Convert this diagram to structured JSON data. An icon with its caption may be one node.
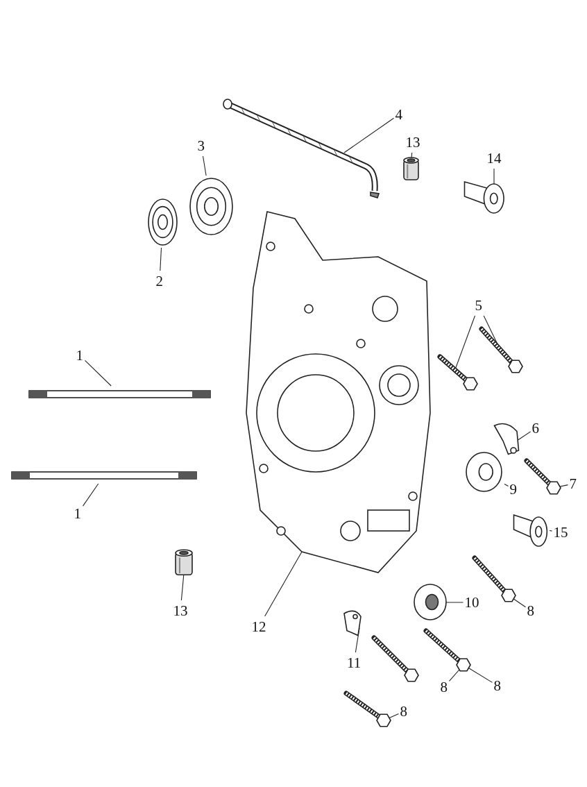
{
  "diagram": {
    "nodes": [
      {
        "text": [
          "4"
        ]
      },
      {
        "text": [
          "13"
        ]
      },
      {
        "text": [
          "14"
        ]
      },
      {
        "text": [
          "3"
        ]
      },
      {
        "text": [
          "2"
        ]
      },
      {
        "text": [
          "5"
        ]
      },
      {
        "text": [
          "1"
        ]
      },
      {
        "text": [
          "6"
        ]
      },
      {
        "text": [
          "1"
        ]
      },
      {
        "text": [
          "9"
        ]
      },
      {
        "text": [
          "7"
        ]
      },
      {
        "text": [
          "15"
        ]
      },
      {
        "text": [
          "13"
        ]
      },
      {
        "text": [
          "12"
        ]
      },
      {
        "text": [
          "10"
        ]
      },
      {
        "text": [
          "8"
        ]
      },
      {
        "text": [
          "11"
        ]
      },
      {
        "text": [
          "8"
        ]
      },
      {
        "text": [
          "8"
        ]
      },
      {
        "text": [
          "8"
        ]
      },
      {
        "text": [],
        "shape": "picture"
      },
      {
        "text": [],
        "shape": "picture"
      },
      {
        "text": [],
        "shape": "picture"
      },
      {
        "text": [],
        "shape": "picture"
      },
      {
        "text": [],
        "shape": "picture"
      },
      {
        "text": [],
        "shape": "picture"
      },
      {
        "text": [],
        "shape": "picture"
      },
      {
        "text": [],
        "shape": "picture"
      },
      {
        "text": [],
        "shape": "picture"
      },
      {
        "text": [],
        "shape": "picture"
      },
      {
        "text": [],
        "shape": "picture"
      },
      {
        "text": [],
        "shape": "picture"
      },
      {
        "text": [],
        "shape": "picture"
      },
      {
        "text": [],
        "shape": "picture"
      },
      {
        "text": [],
        "shape": "picture"
      },
      {
        "text": [],
        "shape": "picture"
      },
      {
        "text": [],
        "shape": "picture"
      },
      {
        "text": [],
        "shape": "picture"
      },
      {
        "text": [],
        "shape": "picture"
      },
      {
        "text": [],
        "shape": "picture"
      },
      {
        "text": [],
        "shape": "picture"
      }
    ],
    "edges": [
      {
        "from": 0,
        "to": 20,
        "arrow": "none"
      },
      {
        "from": 1,
        "to": 21,
        "arrow": "none"
      },
      {
        "from": 2,
        "to": 22,
        "arrow": "none"
      },
      {
        "from": 3,
        "to": 23,
        "arrow": "none"
      },
      {
        "from": 4,
        "to": 24,
        "arrow": "none"
      },
      {
        "from": 5,
        "to": 25,
        "arrow": "none"
      },
      {
        "from": 5,
        "to": 26,
        "arrow": "none"
      },
      {
        "from": 6,
        "to": 27,
        "arrow": "none"
      },
      {
        "from": 7,
        "to": 28,
        "arrow": "none"
      },
      {
        "from": 8,
        "to": 29,
        "arrow": "none"
      },
      {
        "from": 9,
        "to": 30,
        "arrow": "none"
      },
      {
        "from": 10,
        "to": 31,
        "arrow": "none"
      },
      {
        "from": 11,
        "to": 32,
        "arrow": "none"
      },
      {
        "from": 12,
        "to": 33,
        "arrow": "none"
      },
      {
        "from": 13,
        "to": 34,
        "arrow": "none"
      },
      {
        "from": 14,
        "to": 35,
        "arrow": "none"
      },
      {
        "from": 15,
        "to": 36,
        "arrow": "none"
      },
      {
        "from": 16,
        "to": 37,
        "arrow": "none"
      },
      {
        "from": 17,
        "to": 39,
        "arrow": "none"
      },
      {
        "from": 18,
        "to": 39,
        "arrow": "none"
      },
      {
        "from": 19,
        "to": 40,
        "arrow": "none"
      }
    ]
  }
}
